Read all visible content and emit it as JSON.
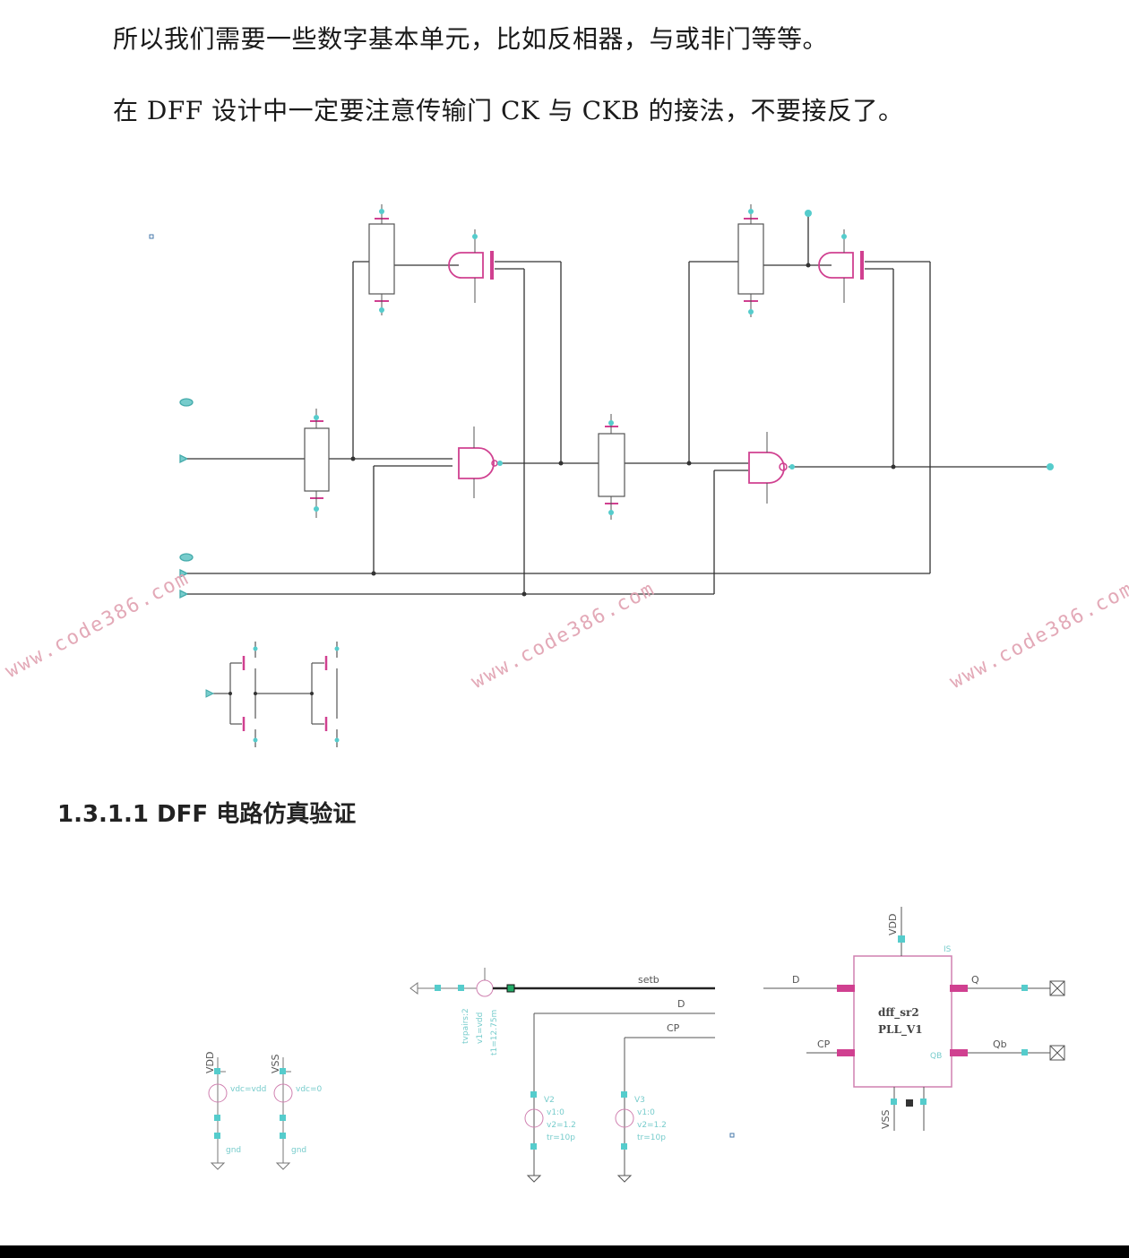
{
  "document": {
    "paragraphs": [
      "所以我们需要一些数字基本单元，比如反相器，与或非门等等。",
      "在 DFF 设计中一定要注意传输门 CK 与 CKB 的接法，不要接反了。"
    ],
    "section_heading": {
      "number": "1.3.1.1 DFF",
      "title": "电路仿真验证"
    },
    "watermark": "www.code386.com"
  },
  "testbench": {
    "net_labels": {
      "setb": "setb",
      "d": "D",
      "cp": "CP",
      "d_in": "D",
      "cp_in": "CP",
      "q": "Q",
      "qb": "Qb"
    },
    "supplies": {
      "vdd": "VDD",
      "vss": "VSS",
      "vdd_param": "vdc=vdd",
      "vss_param": "vdc=0",
      "gnd": "gnd"
    },
    "pulse_setb": {
      "p1": "tvpairs:2",
      "p2": "v1=vdd",
      "p3": "t1=12.75m"
    },
    "pulse_d": {
      "name": "V2",
      "v1": "v1:0",
      "v2": "v2=1.2",
      "tr": "tr=10p"
    },
    "pulse_cp": {
      "name": "V3",
      "v1": "v1:0",
      "v2": "v2=1.2",
      "tr": "tr=10p"
    },
    "block": {
      "name": "dff_sr2",
      "lib": "PLL_V1",
      "vdd_pin": "VDD",
      "vss_pin": "VSS",
      "is": "IS",
      "qb": "QB"
    }
  }
}
